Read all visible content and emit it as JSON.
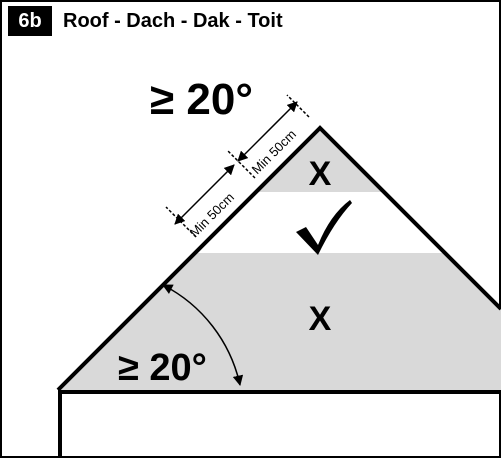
{
  "header": {
    "step": "6b",
    "title": "Roof - Dach - Dak - Toit"
  },
  "diagram": {
    "top_angle_label": "≥ 20°",
    "bottom_angle_label": "≥ 20°",
    "dimension_upper": "Min 50cm",
    "dimension_lower": "Min 50cm",
    "zone_top_mark": "X",
    "zone_bottom_mark": "X",
    "zone_middle_mark": "✓"
  },
  "colors": {
    "forbidden_zone": "#d9d9d9",
    "line": "#000000"
  }
}
